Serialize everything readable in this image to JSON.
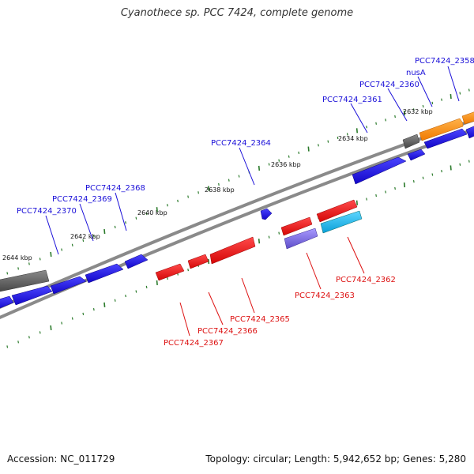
{
  "title": "Cyanothece sp. PCC 7424, complete genome",
  "footer": {
    "accession": "Accession: NC_011729",
    "stats": "Topology: circular; Length: 5,942,652 bp; Genes: 5,280"
  },
  "colors": {
    "forward_cds": "#1a0fd8",
    "reverse_cds": "#e61212",
    "orange_feature": "#ff8c00",
    "gray_feature": "#5a5a5a",
    "cyan_feature": "#13b6e6",
    "violet_feature": "#7a68d8",
    "backbone": "#8a8a8a",
    "tick": "#2a7a2a",
    "forward_label": "#1a0fd8",
    "reverse_label": "#dd1111"
  },
  "scale": {
    "unit": "kbp",
    "major_ticks": [
      {
        "label": "2632 kbp",
        "kbp": 2632
      },
      {
        "label": "2634 kbp",
        "kbp": 2634
      },
      {
        "label": "2636 kbp",
        "kbp": 2636
      },
      {
        "label": "2638 kbp",
        "kbp": 2638
      },
      {
        "label": "2640 kbp",
        "kbp": 2640
      },
      {
        "label": "2642 kbp",
        "kbp": 2642
      },
      {
        "label": "2644 kbp",
        "kbp": 2644
      }
    ]
  },
  "gene_labels": {
    "forward": [
      "PCC7424_2358",
      "nusA",
      "PCC7424_2360",
      "PCC7424_2361",
      "PCC7424_2364",
      "PCC7424_2368",
      "PCC7424_2369",
      "PCC7424_2370"
    ],
    "reverse": [
      "PCC7424_2362",
      "PCC7424_2363",
      "PCC7424_2365",
      "PCC7424_2366",
      "PCC7424_2367"
    ]
  }
}
